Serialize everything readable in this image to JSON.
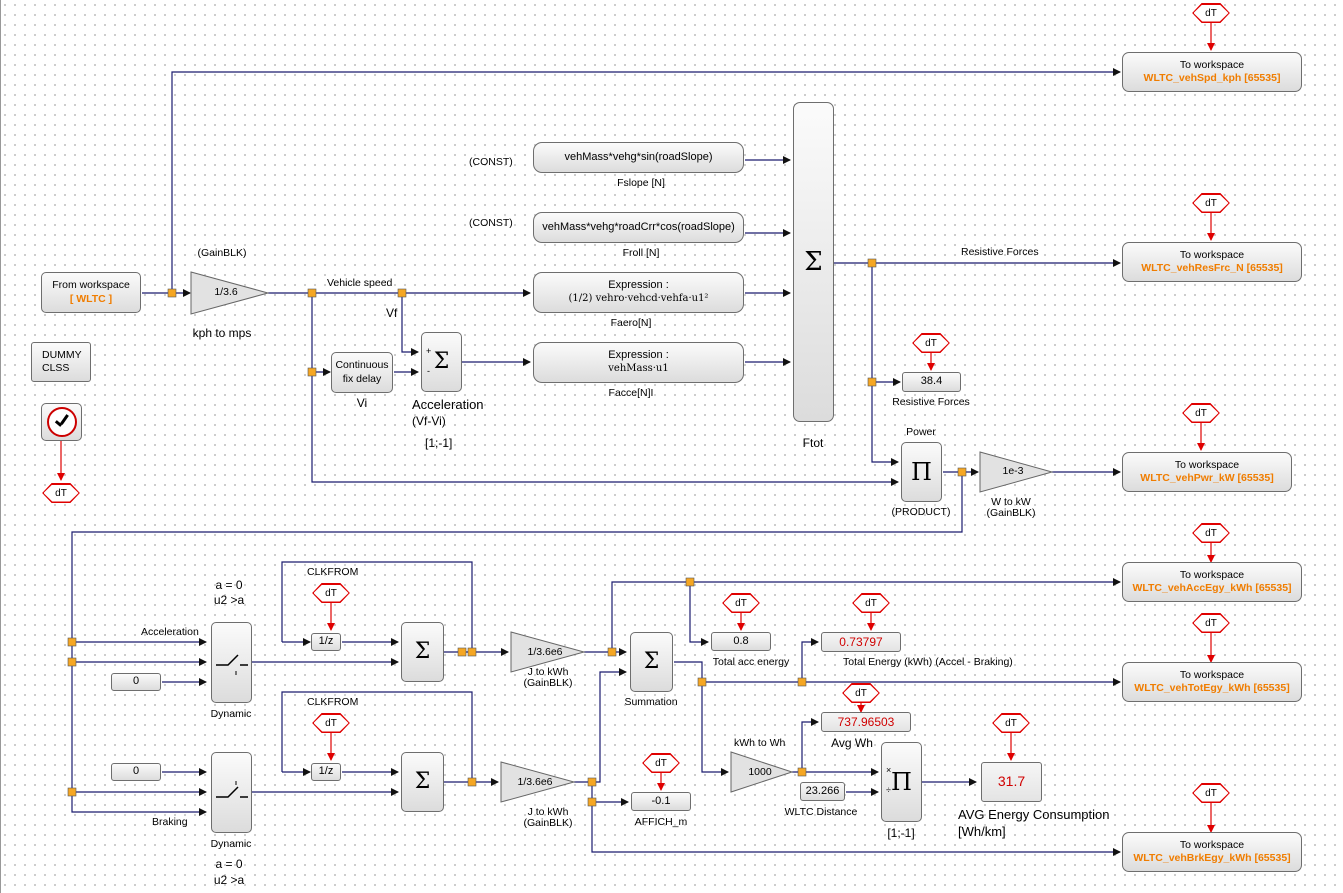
{
  "colors": {
    "wire": "#1a1a6e",
    "clock_wire": "#e00000",
    "port": "#f5a623",
    "accent": "#f07d00",
    "display_red": "#d00000"
  },
  "clock": {
    "icon": "clock-icon",
    "dt_label": "dT"
  },
  "dummy": {
    "line1": "DUMMY",
    "line2": "CLSS"
  },
  "from_ws": {
    "line1": "From workspace",
    "line2": "[ WLTC ]"
  },
  "gain_kph": {
    "value": "1/3.6",
    "top_label": "(GainBLK)",
    "bottom_label": "kph to mps"
  },
  "labels": {
    "vehicle_speed": "Vehicle speed",
    "vf": "Vf",
    "vi": "Vi",
    "accel_title": "Acceleration",
    "accel_sub": "(Vf-Vi)",
    "accel_params": "[1;-1]",
    "const1": "(CONST)",
    "const2": "(CONST)",
    "ftot": "Ftot",
    "resistive_forces_wire": "Resistive Forces",
    "resistive_forces_disp": "Resistive Forces",
    "power": "Power",
    "product": "(PRODUCT)",
    "w_to_kw": "W to kW",
    "gainblk": "(GainBLK)",
    "acceleration": "Acceleration",
    "braking": "Braking",
    "clkfrom1": "CLKFROM",
    "clkfrom2": "CLKFROM",
    "dynamic1": "Dynamic",
    "dynamic2": "Dynamic",
    "a0_1": "a = 0",
    "u2a_1": "u2 >a",
    "a0_2": "a = 0",
    "u2a_2": "u2 >a",
    "j_to_kwh1": "J to kWh",
    "gainblk1": "(GainBLK)",
    "j_to_kwh2": "J to kWh",
    "gainblk2": "(GainBLK)",
    "summation": "Summation",
    "total_acc_energy": "Total acc energy",
    "total_energy": "Total Energy (kWh) (Accel - Braking)",
    "kwh_to_wh": "kWh to Wh",
    "avg_wh": "Avg Wh",
    "wltc_distance": "WLTC Distance",
    "div_params": "[1;-1]",
    "avg_energy1": "AVG Energy Consumption",
    "avg_energy2": "[Wh/km]",
    "affich": "AFFICH_m"
  },
  "fslope": {
    "expr": "vehMass*vehg*sin(roadSlope)",
    "label": "Fslope [N]"
  },
  "froll": {
    "expr": "vehMass*vehg*roadCrr*cos(roadSlope)",
    "label": "Froll [N]"
  },
  "faero": {
    "title": "Expression :",
    "formula": "(1/2) vehro·vehcd·vehfa·u1²",
    "label": "Faero[N]"
  },
  "facce": {
    "title": "Expression :",
    "formula": "vehMass·u1",
    "label": "Facce[N]I"
  },
  "delay": {
    "line1": "Continuous",
    "line2": "fix delay"
  },
  "gain_w": {
    "value": "1e-3"
  },
  "unit_delay": {
    "v1": "1/z",
    "v2": "1/z"
  },
  "const_zero": {
    "v1": "0",
    "v2": "0"
  },
  "gain_j": {
    "v1": "1/3.6e6",
    "v2": "1/3.6e6"
  },
  "gain_wh": {
    "value": "1000"
  },
  "displays": {
    "resistive": "38.4",
    "acc_energy": "0.8",
    "total_energy": "0.73797",
    "avg_wh": "737.96503",
    "distance": "23.266",
    "avg_energy": "31.7",
    "affich": "-0.1"
  },
  "to_ws": [
    {
      "line1": "To workspace",
      "line2": "WLTC_vehSpd_kph [65535]"
    },
    {
      "line1": "To workspace",
      "line2": "WLTC_vehResFrc_N [65535]"
    },
    {
      "line1": "To workspace",
      "line2": "WLTC_vehPwr_kW [65535]"
    },
    {
      "line1": "To workspace",
      "line2": "WLTC_vehAccEgy_kWh [65535]"
    },
    {
      "line1": "To workspace",
      "line2": "WLTC_vehTotEgy_kWh [65535]"
    },
    {
      "line1": "To workspace",
      "line2": "WLTC_vehBrkEgy_kWh [65535]"
    }
  ],
  "dt": "dT",
  "symbols": {
    "sigma": "Σ",
    "pi": "Π",
    "plus": "+",
    "minus": "-",
    "times": "×",
    "divide": "÷"
  }
}
